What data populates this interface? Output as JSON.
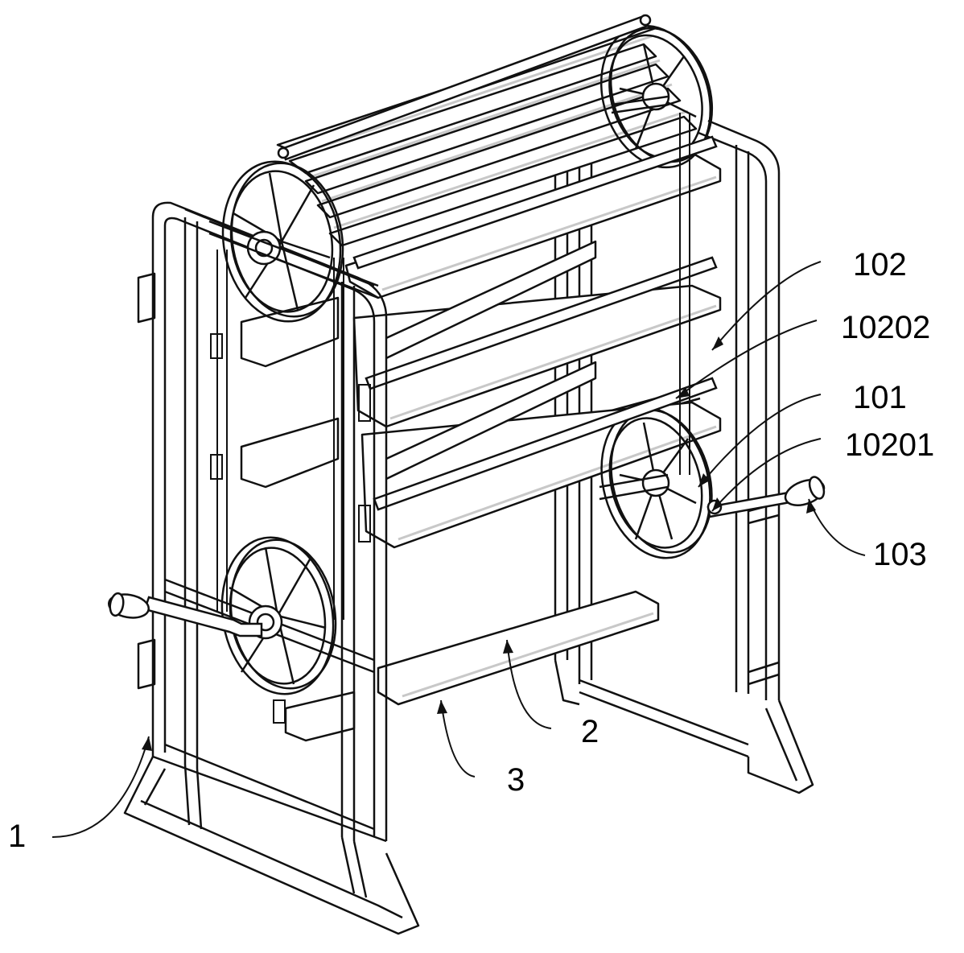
{
  "colors": {
    "line": "#111111",
    "shade": "#c8c8c8",
    "background": "#ffffff"
  },
  "callouts": {
    "c102": "102",
    "c10202": "10202",
    "c101": "101",
    "c10201": "10201",
    "c103": "103",
    "c2": "2",
    "c3": "3",
    "c1": "1"
  }
}
